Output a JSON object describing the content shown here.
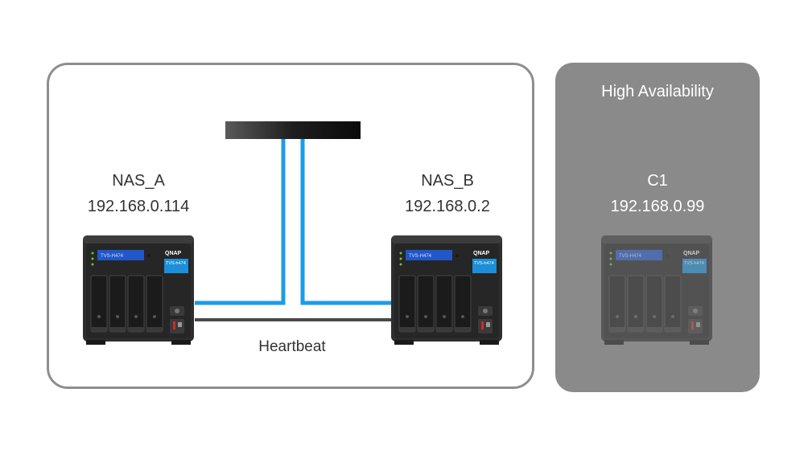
{
  "ha_panel": {
    "title": "High Availability",
    "node": {
      "name": "C1",
      "ip": "192.168.0.99"
    }
  },
  "nas_a": {
    "name": "NAS_A",
    "ip": "192.168.0.114"
  },
  "nas_b": {
    "name": "NAS_B",
    "ip": "192.168.0.2"
  },
  "link": {
    "heartbeat_label": "Heartbeat"
  },
  "device": {
    "brand": "QNAP",
    "model": "TVS-h474",
    "screen": "TVS-H474"
  },
  "colors": {
    "network_cable": "#1e9be6",
    "heartbeat_cable": "#4a4a4a",
    "switch": "#2b2b2b",
    "ha_panel_bg": "#8a8a8a",
    "device_badge": "#1c8fd8"
  }
}
